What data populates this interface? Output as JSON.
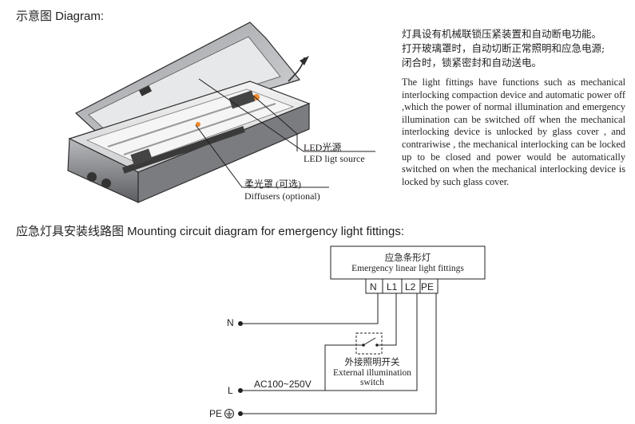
{
  "diagram_heading": "示意图 Diagram:",
  "description_cn": [
    "灯具设有机械联锁压紧装置和自动断电功能。",
    "打开玻璃罩时，自动切断正常照明和应急电源;",
    "闭合时，锁紧密封和自动送电。"
  ],
  "description_en": "The light fittings have functions such as mechanical interlocking compaction device and automatic power off ,which the power of normal illumination and emergency illumination can be switched off when the mechanical interlocking device is unlocked by glass cover , and contrariwise , the mechanical interlocking can be locked up to be closed and power would be automatically switched on when the mechanical interlocking device is locked by such glass cover.",
  "callouts": {
    "led_cn": "LED光源",
    "led_en": "LED ligt source",
    "diffuser_cn": "柔光罩 (可选)",
    "diffuser_en": "Diffusers (optional)"
  },
  "circuit_heading": "应急灯具安装线路图 Mounting circuit diagram for emergency light fittings:",
  "circuit": {
    "box_cn": "应急条形灯",
    "box_en": "Emergency linear light fittings",
    "terminals": [
      "N",
      "L1",
      "L2",
      "PE"
    ],
    "lines": [
      "N",
      "L",
      "PE"
    ],
    "switch_cn": "外接照明开关",
    "switch_en_1": "External illumination",
    "switch_en_2": "switch",
    "voltage": "AC100~250V"
  }
}
